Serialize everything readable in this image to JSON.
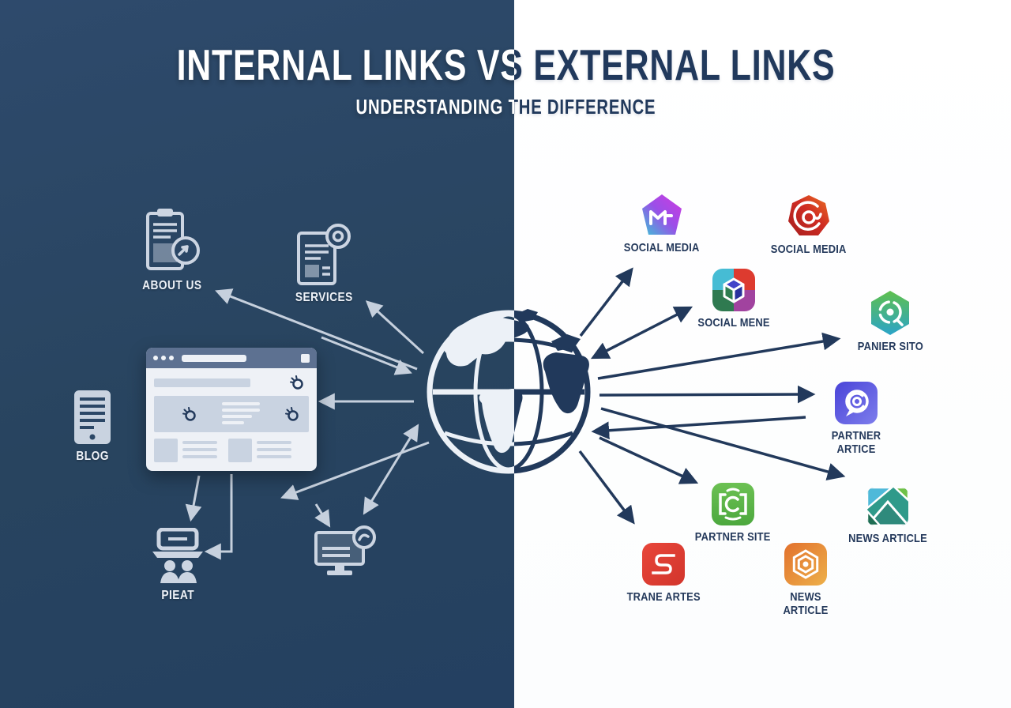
{
  "header": {
    "title": "INTERNAL LINKS VS EXTERNAL LINKS",
    "subtitle": "UNDERSTANDING THE DIFFERENCE"
  },
  "left_panel": {
    "description": "internal pages of a website linked to a central globe",
    "items": [
      {
        "label": "ABOUT US",
        "icon": "clipboard-report-icon"
      },
      {
        "label": "SERVICES",
        "icon": "document-gear-icon"
      },
      {
        "label": "BLOG",
        "icon": "tablet-article-icon"
      },
      {
        "label": "PIEAT",
        "icon": "laptop-team-icon"
      }
    ],
    "website_wireframe": {
      "icon": "browser-window-wireframe"
    },
    "monitor": {
      "icon": "monitor-badge-icon"
    }
  },
  "center": {
    "icon": "globe-icon"
  },
  "right_panel": {
    "description": "external destination sites linked from the globe",
    "items": [
      {
        "label": "SOCIAL MEDIA",
        "icon": "pentagon-m-icon"
      },
      {
        "label": "SOCIAL MEDIA",
        "icon": "heptagon-at-icon"
      },
      {
        "label": "SOCIAL MENE",
        "icon": "cube-quadrant-icon"
      },
      {
        "label": "PANIER SITO",
        "icon": "hexagon-refresh-icon"
      },
      {
        "label": "PARTNER ARTICE",
        "icon": "chat-at-icon"
      },
      {
        "label": "PARTNER SITE",
        "icon": "camera-brackets-icon"
      },
      {
        "label": "NEWS ARTICLE",
        "icon": "envelope-facets-icon"
      },
      {
        "label": "NEWS ARTICLE",
        "icon": "hexagon-rings-icon"
      },
      {
        "label": "TRANE ARTES",
        "icon": "s-glyph-icon"
      }
    ]
  },
  "colors": {
    "navy_background": "#28445f",
    "white_background": "#ffffff",
    "dark_arrow": "#22395b",
    "light_arrow": "#c6d0dd",
    "light_label": "#eef2f8",
    "dark_label": "#24395b"
  }
}
